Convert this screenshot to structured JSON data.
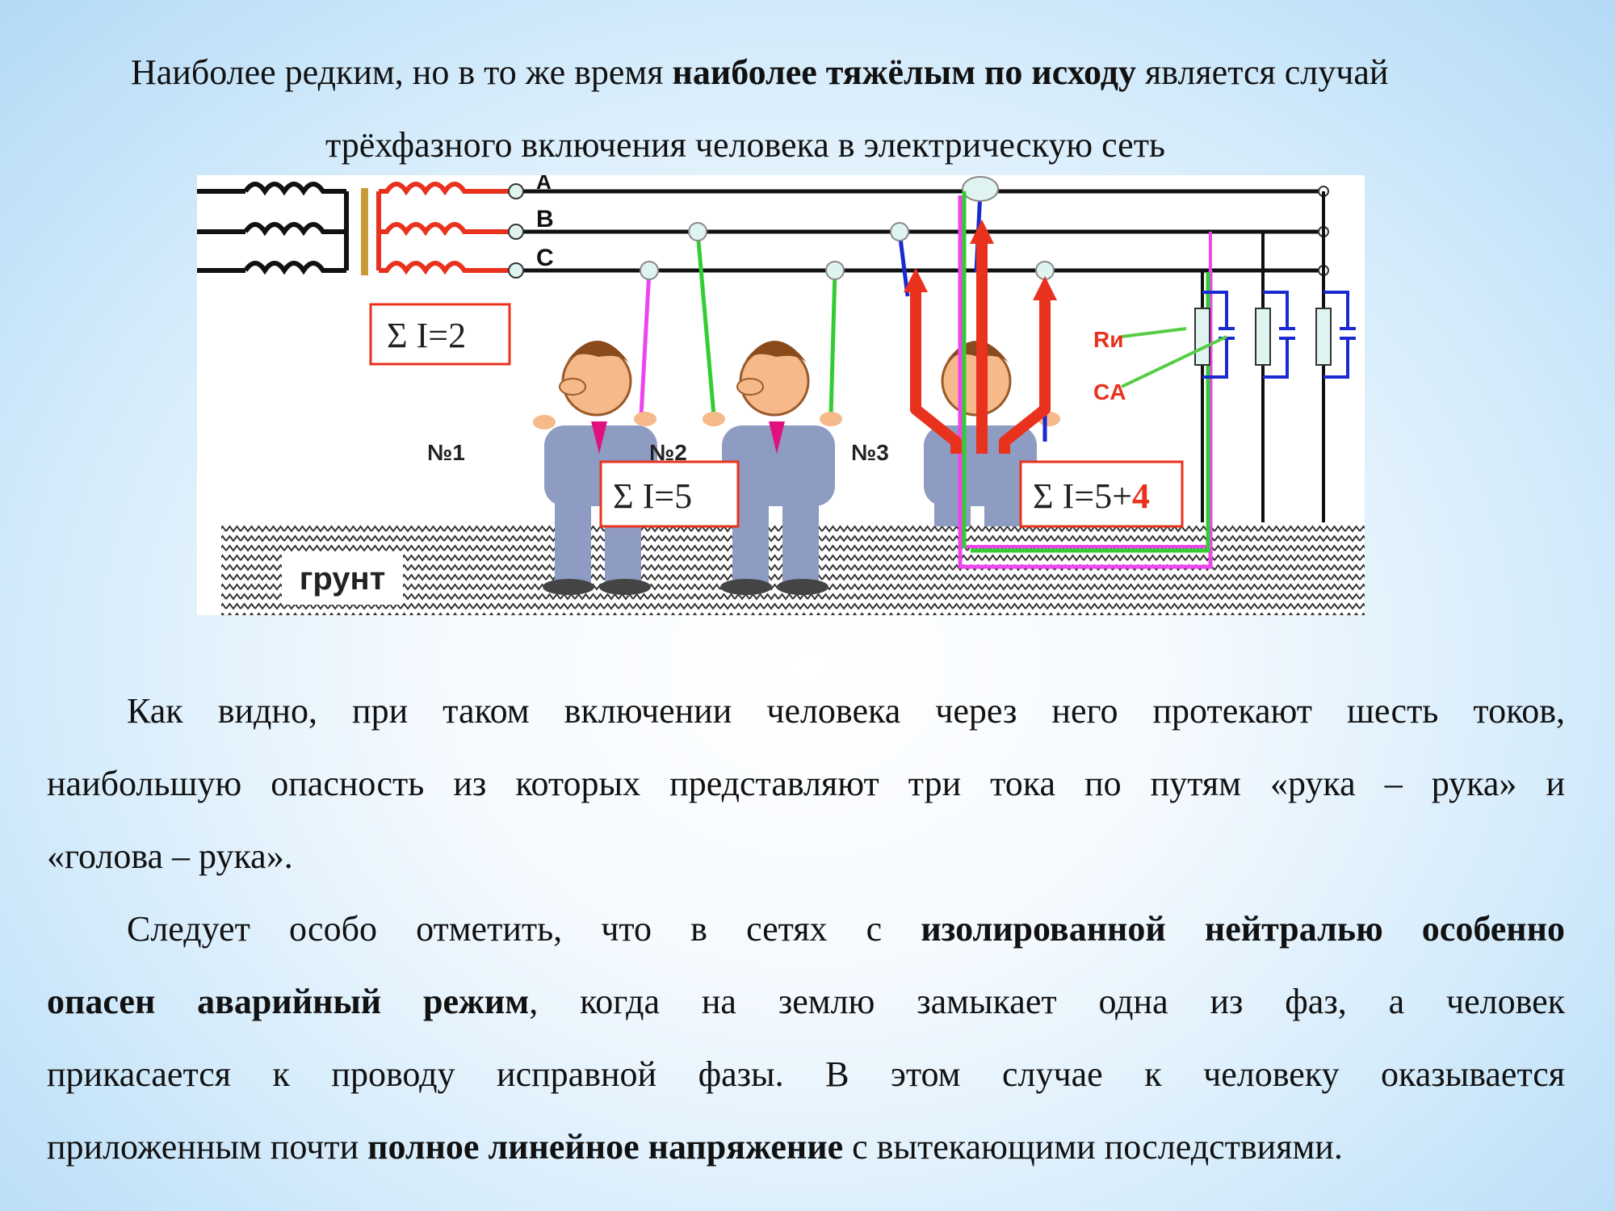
{
  "heading": {
    "line1_a": "Наиболее редким, но в то же время ",
    "line1_bold": "наиболее тяжёлым по исходу",
    "line1_b": " является случай",
    "line2": "трёхфазного включения человека в электрическую сеть"
  },
  "diagram": {
    "phase_a": "A",
    "phase_b": "B",
    "phase_c": "C",
    "sum1": "Σ I=2",
    "sum2": "Σ I=5",
    "sum3_a": "Σ I=5+",
    "sum3_b": "4",
    "person1": "№1",
    "person2": "№2",
    "person3": "№3",
    "r_label": "Rи",
    "c_label": "CA",
    "ground": "грунт",
    "colors": {
      "red": "#e8321e",
      "green": "#33cc33",
      "magenta": "#ee44ee",
      "blue": "#1a2ad0"
    }
  },
  "para1": {
    "l1": "Как видно, при таком включении человека через него протекают шесть токов,",
    "l2": "наибольшую опасность из которых представляют три тока по путям «рука – рука» и",
    "l3": "«голова – рука»."
  },
  "para2": {
    "l1_a": "Следует особо отметить, что в сетях с ",
    "l1_bold": "изолированной нейтралью особенно",
    "l2_bold": "опасен аварийный режим",
    "l2_b": ", когда на землю замыкает одна из фаз, а человек",
    "l3": "прикасается к проводу исправной фазы. В этом случае к человеку оказывается",
    "l4_a": "приложенным почти ",
    "l4_bold": "полное линейное напряжение",
    "l4_b": " с вытекающими последствиями."
  }
}
